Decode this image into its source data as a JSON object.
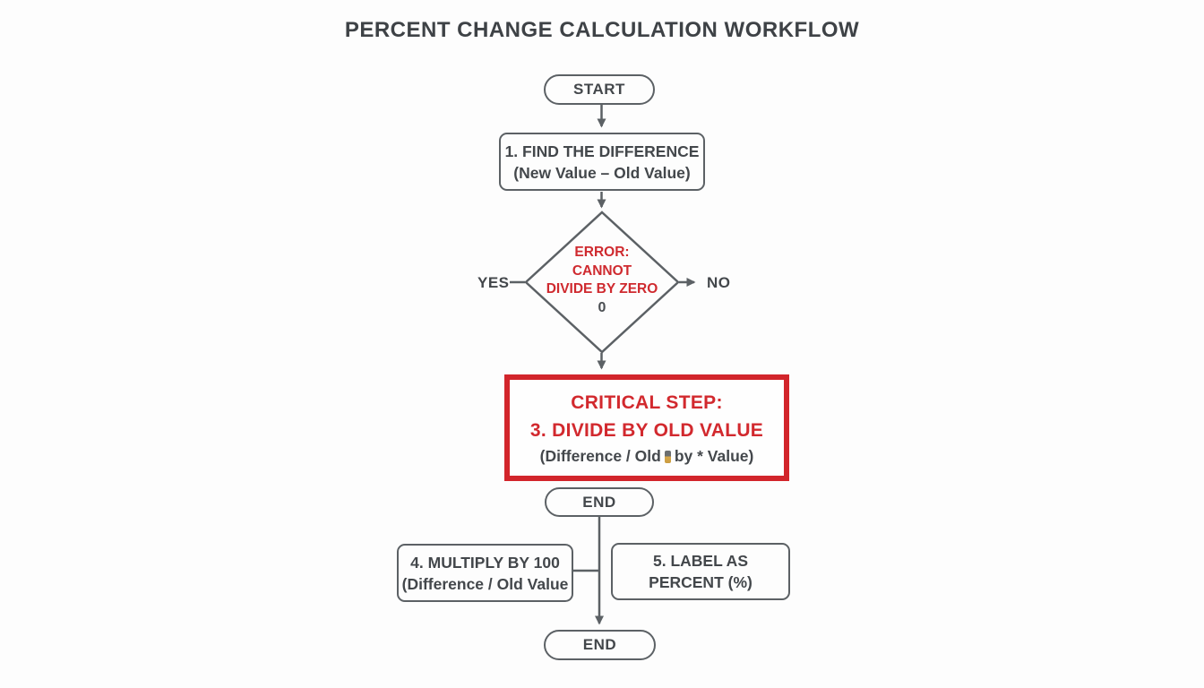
{
  "title": "PERCENT CHANGE CALCULATION WORKFLOW",
  "colors": {
    "line_gray": "#5c6165",
    "text_dark": "#43474b",
    "accent_red": "#d2292e",
    "critical_border_red": "#d2252b"
  },
  "nodes": {
    "start": {
      "label": "START"
    },
    "step1": {
      "line1": "1. FIND THE DIFFERENCE",
      "line2": "(New Value – Old Value)"
    },
    "decision": {
      "line1": "ERROR:",
      "line2": "CANNOT",
      "line3": "DIVIDE BY ZERO",
      "line4": "0",
      "yes_label": "YES",
      "no_label": "NO"
    },
    "critical": {
      "line1": "CRITICAL STEP:",
      "line2": "3. DIVIDE BY OLD VALUE",
      "caption_prefix": "(Difference / Old",
      "caption_suffix": "by * Value)"
    },
    "end1": {
      "label": "END"
    },
    "step4": {
      "line1": "4. MULTIPLY BY 100",
      "line2": "(Difference / Old Value"
    },
    "step5": {
      "line1": "5. LABEL AS",
      "line2": "PERCENT (%)"
    },
    "end2": {
      "label": "END"
    }
  }
}
